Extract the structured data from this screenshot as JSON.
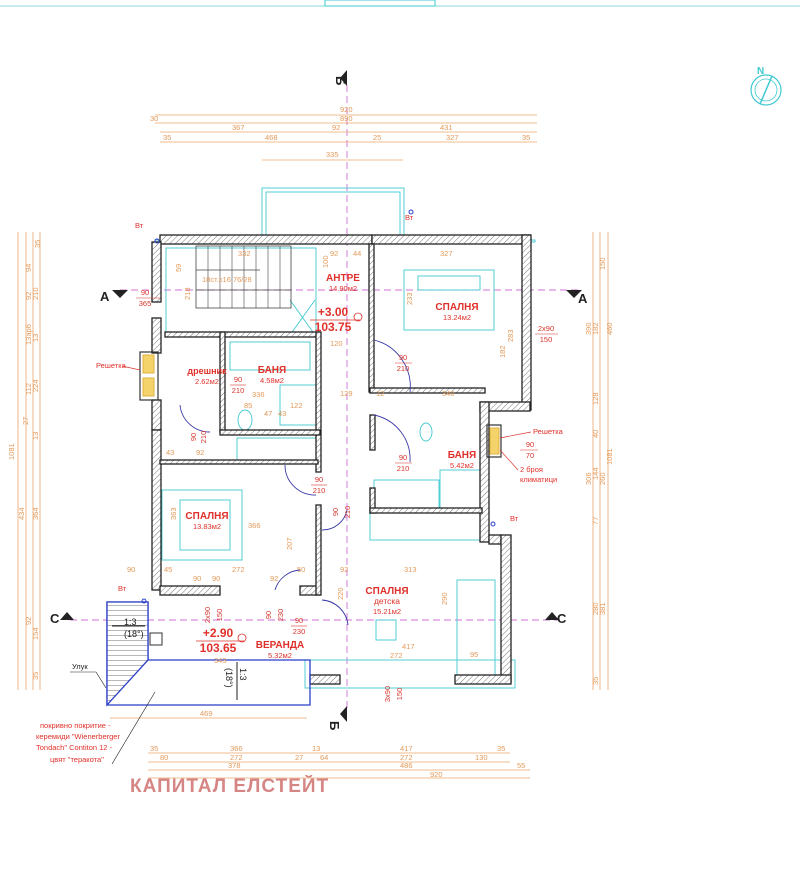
{
  "plan": {
    "rooms": [
      {
        "name": "АНТРЕ",
        "area": "14.90м2"
      },
      {
        "name": "СПАЛНЯ",
        "area": "13.24м2"
      },
      {
        "name": "дрешник",
        "area": "2.62м2"
      },
      {
        "name": "БАНЯ",
        "area": "4.58м2"
      },
      {
        "name": "БАНЯ",
        "area": "5.42м2"
      },
      {
        "name": "СПАЛНЯ",
        "area": "13.83м2"
      },
      {
        "name": "СПАЛНЯ",
        "sub": "детска",
        "area": "15.21м2"
      },
      {
        "name": "ВЕРАНДА",
        "area": "5.32м2"
      }
    ],
    "levels": [
      {
        "rel": "+3.00",
        "abs": "103.75"
      },
      {
        "rel": "+2.90",
        "abs": "103.65"
      }
    ],
    "stairs": "18ст.х16.76/28",
    "doors": [
      {
        "w": "90",
        "h": "210"
      },
      {
        "w": "90",
        "h": "210"
      },
      {
        "w": "90",
        "h": "210"
      },
      {
        "w": "90",
        "h": "210"
      },
      {
        "w": "90",
        "h": "210"
      },
      {
        "w": "90",
        "h": "210"
      },
      {
        "w": "90",
        "h": "230"
      },
      {
        "w": "90",
        "h": "230"
      },
      {
        "w": "90",
        "h": "70"
      },
      {
        "w": "90",
        "h": "365"
      },
      {
        "w": "2x90",
        "h": "150"
      },
      {
        "w": "2x90",
        "h": "150"
      },
      {
        "w": "3x90",
        "h": "150"
      }
    ],
    "roof_slopes": [
      {
        "ratio": "1:3",
        "angle": "(18°)"
      },
      {
        "ratio": "1:3",
        "angle": "(18°)"
      }
    ],
    "notes": {
      "grille_left": "Решетка",
      "grille_right": "Решетка",
      "ac": [
        "2 броя",
        "климатици"
      ],
      "downpipe": "Вт",
      "gutter": "Улук",
      "roofing": [
        "покривно покритие -",
        "керемиди \"Wienerberger",
        "Tondach\"  Contiton 12 -",
        "цвят \"теракота\""
      ]
    },
    "sections": {
      "a": "A",
      "c": "C",
      "b": "Б"
    },
    "north": "N",
    "watermark": "КАПИТАЛ ЕЛСТЕЙТ"
  },
  "dimensions": {
    "top": [
      "920",
      "30",
      "890",
      "367",
      "92",
      "431",
      "35",
      "468",
      "25",
      "327",
      "35",
      "335"
    ],
    "bottom": [
      "35",
      "366",
      "13",
      "417",
      "35",
      "80",
      "272",
      "27",
      "64",
      "272",
      "130",
      "378",
      "486",
      "55",
      "920",
      "469"
    ],
    "left": [
      "35",
      "94",
      "210",
      "92",
      "13",
      "112",
      "224",
      "27",
      "13",
      "1081",
      "434",
      "364",
      "92",
      "154",
      "35",
      "13арб"
    ],
    "right": [
      "150",
      "182",
      "460",
      "128",
      "40",
      "144",
      "306",
      "260",
      "1081",
      "77",
      "280",
      "381",
      "35",
      "390"
    ],
    "interior": [
      "332",
      "92",
      "44",
      "327",
      "120",
      "336",
      "129",
      "12",
      "340",
      "85",
      "47",
      "43",
      "122",
      "43",
      "92",
      "366",
      "90",
      "45",
      "272",
      "90",
      "90",
      "92",
      "50",
      "92",
      "313",
      "417",
      "272",
      "95",
      "343",
      "220",
      "290",
      "283",
      "233",
      "182",
      "100",
      "218",
      "59",
      "363",
      "207"
    ]
  },
  "colors": {
    "walls": "#222222",
    "furniture": "#3fc9d0",
    "dimensions": "#e39a5a",
    "labels": "#e0302a",
    "section_lines": "#d070d8",
    "roof": "#2b3fc8"
  }
}
